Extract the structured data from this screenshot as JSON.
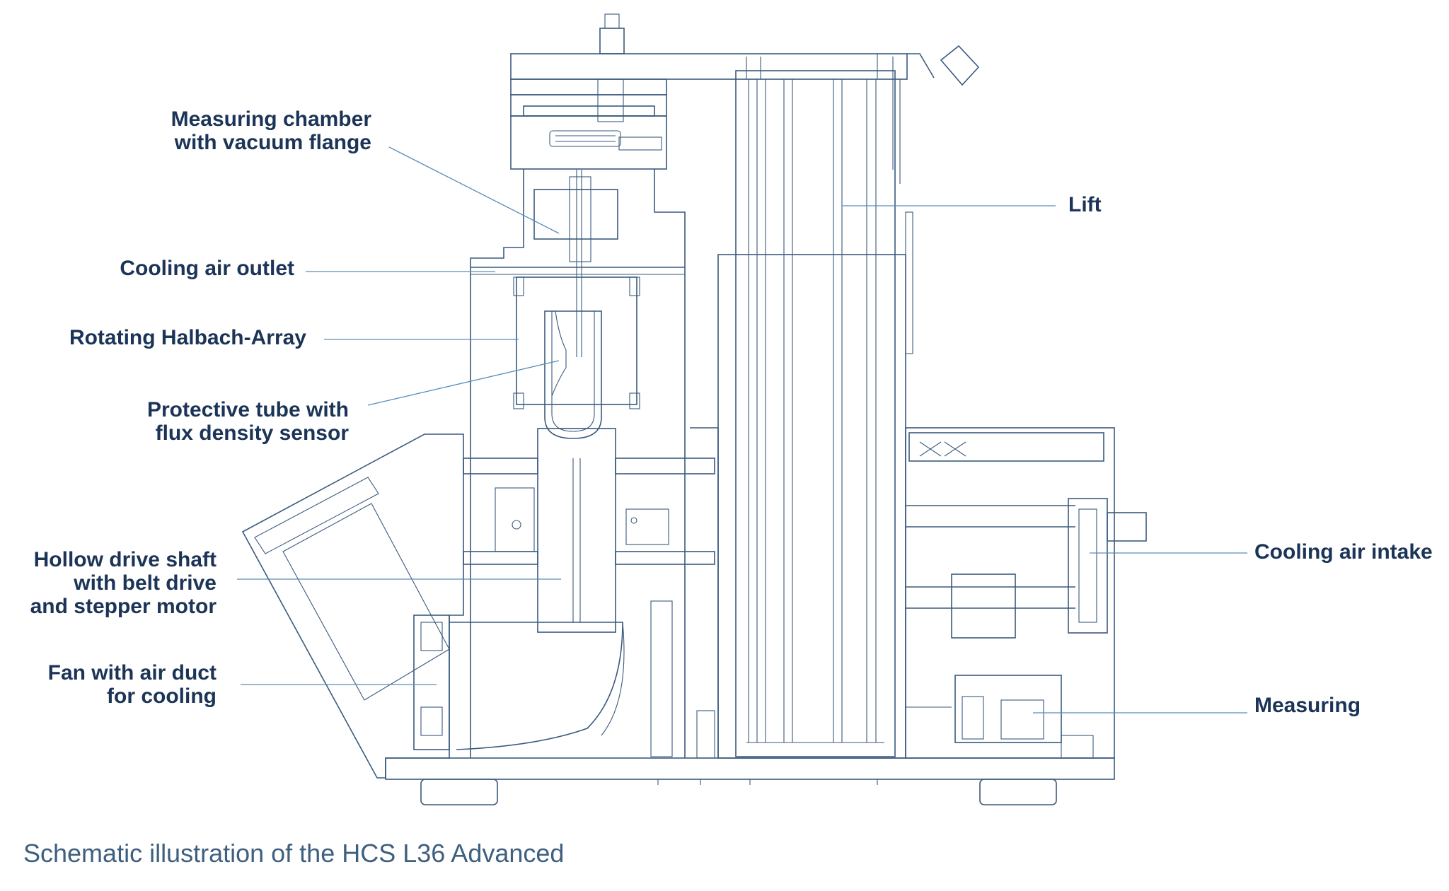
{
  "diagram": {
    "labels": {
      "measuring_chamber": [
        "Measuring chamber",
        "with vacuum flange"
      ],
      "cooling_air_outlet": [
        "Cooling air outlet"
      ],
      "halbach": [
        "Rotating Halbach-Array"
      ],
      "protective_tube": [
        "Protective tube with",
        "flux density sensor"
      ],
      "hollow_shaft": [
        "Hollow drive shaft",
        "with belt drive",
        "and stepper motor"
      ],
      "fan": [
        "Fan with air duct",
        "for cooling"
      ],
      "lift": [
        "Lift"
      ],
      "cooling_air_intake": [
        "Cooling air intake"
      ],
      "measuring": [
        "Measuring"
      ]
    },
    "caption": "Schematic illustration of the HCS L36 Advanced",
    "colors": {
      "label_text": "#1b3457",
      "caption_text": "#3f5f7f",
      "drawing_lines": "#3a5a7d",
      "leader_lines": "#5a8db8"
    }
  }
}
